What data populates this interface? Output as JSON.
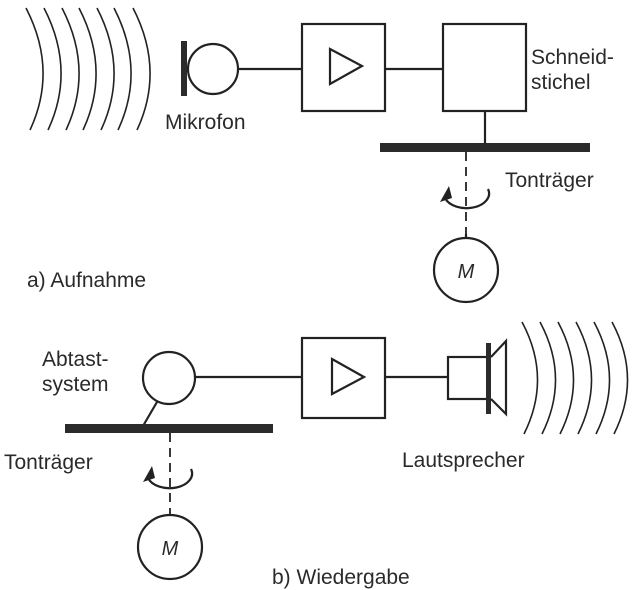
{
  "diagram": {
    "recording": {
      "caption": "a) Aufnahme",
      "microphone_label": "Mikrofon",
      "cutter_label_line1": "Schneid-",
      "cutter_label_line2": "stichel",
      "carrier_label": "Tonträger",
      "motor_label": "M"
    },
    "playback": {
      "caption": "b) Wiedergabe",
      "pickup_label_line1": "Abtast-",
      "pickup_label_line2": "system",
      "carrier_label": "Tonträger",
      "speaker_label": "Lautsprecher",
      "motor_label": "M"
    }
  }
}
